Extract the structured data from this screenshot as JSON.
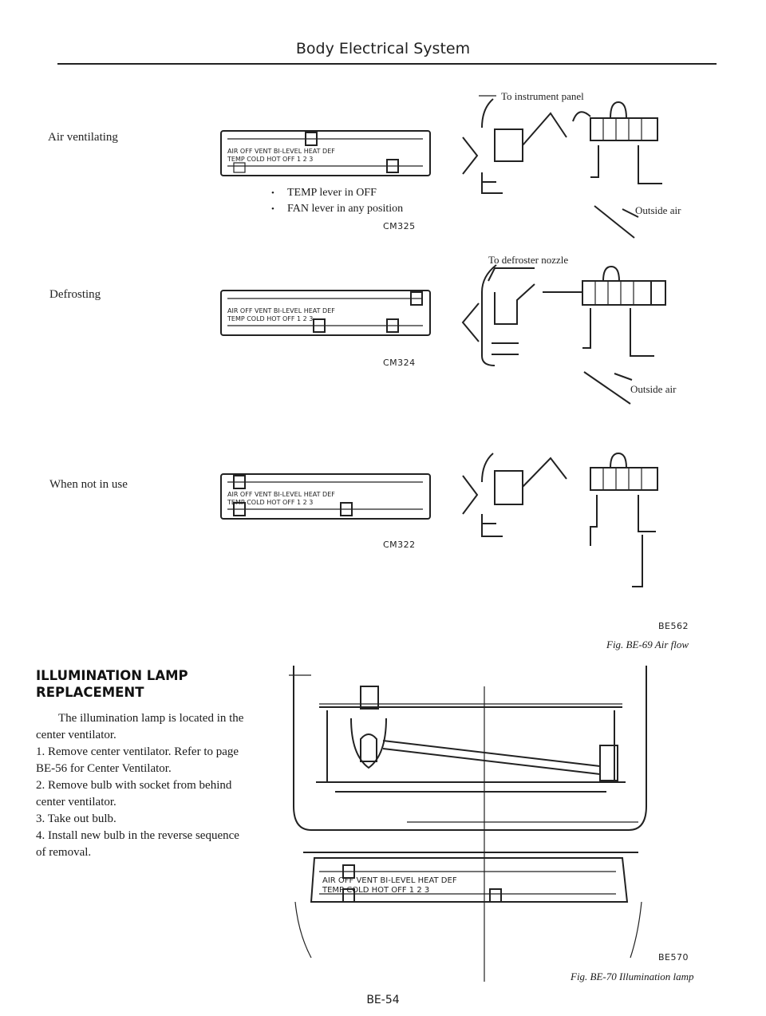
{
  "header": {
    "title": "Body Electrical System"
  },
  "airflow": {
    "modes": [
      {
        "label": "Air ventilating",
        "notes": [
          "TEMP lever in OFF",
          "FAN lever in any position"
        ],
        "code": "CM325",
        "duct_top": "To instrument panel",
        "duct_side": "Outside air"
      },
      {
        "label": "Defrosting",
        "notes": [],
        "code": "CM324",
        "duct_top": "To defroster nozzle",
        "duct_side": "Outside air"
      },
      {
        "label": "When not in use",
        "notes": [],
        "code": "CM322",
        "duct_top": "",
        "duct_side": ""
      }
    ],
    "panel": {
      "row1": [
        "AIR",
        "OFF",
        "VENT",
        "BI-LEVEL",
        "HEAT",
        "DEF"
      ],
      "row2": [
        "TEMP",
        "COLD",
        "HOT",
        "OFF",
        "1",
        "2",
        "3"
      ]
    },
    "fig_code": "BE562",
    "fig_caption": "Fig. BE-69 Air flow"
  },
  "illumination": {
    "title_line1": "ILLUMINATION LAMP",
    "title_line2": "REPLACEMENT",
    "intro": "The illumination lamp is located in the center ventilator.",
    "steps": [
      "1.  Remove center ventilator. Refer to page BE-56 for Center Ventilator.",
      "2.  Remove bulb with socket from behind center ventilator.",
      "3.  Take out bulb.",
      "4.  Install new bulb in the reverse sequence of removal."
    ],
    "fig_code": "BE570",
    "fig_caption": "Fig. BE-70 Illumination lamp"
  },
  "footer": {
    "page": "BE-54"
  },
  "colors": {
    "ink": "#222222",
    "paper": "#ffffff"
  }
}
